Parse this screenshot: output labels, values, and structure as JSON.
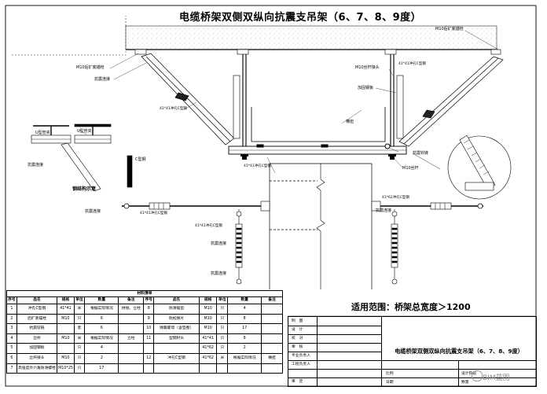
{
  "title": "电缆桥架双侧双纵向抗震支吊架（6、7、8、9度）",
  "scope": "适用范围：桥架总宽度＞1200",
  "labels": {
    "m10_expansion_bolt_left": "M10后扩底锚栓",
    "seismic_connector_left": "抗震连接",
    "c_channel_left": "41*41冲孔C型钢",
    "c_channel_center": "41*41冲孔C型钢",
    "bracket": "横担",
    "m10_expansion_bolt_right": "M10后扩底锚栓",
    "m10_rod_connector": "M10丝杆接头",
    "reinforcement_clamp": "加固钢板",
    "c_channel_right": "41*41冲孔C型钢",
    "seismic_component": "抗震铰链",
    "m10_rod": "M10丝杆",
    "u_clamp_1": "U型管夹",
    "u_clamp_2": "U型管夹",
    "c_channel_small": "C型钢",
    "seismic_connector_detail": "抗震连接",
    "detail_caption": "钢结构示意",
    "seismic_left_mid": "抗震连接",
    "c_channel_mid_left": "41*41冲孔C型钢",
    "c_channel_mid_right": "41*62冲孔C型钢",
    "seismic_bottom_left": "41*41冲孔C型钢",
    "seismic_bottom_left2": "抗震连接",
    "seismic_bottom_right": "抗震连接",
    "seismic_right_mid": "抗震连接"
  },
  "material_table": {
    "caption": "材料清单",
    "headers": [
      "序号",
      "品名",
      "规格",
      "单位",
      "数量",
      "备注",
      "序号",
      "品名",
      "规格",
      "单位",
      "数量",
      "备注"
    ],
    "rows": [
      [
        "1",
        "冲孔C型钢",
        "41*41",
        "米",
        "根据实际情况",
        "拼接、立柱",
        "8",
        "防滑锯齿",
        "M10",
        "只",
        "4",
        ""
      ],
      [
        "2",
        "后扩底锚栓",
        "M10",
        "只",
        "6",
        "",
        "9",
        "防松弹片",
        "M10",
        "只",
        "8",
        ""
      ],
      [
        "3",
        "抗震铰链",
        "",
        "套",
        "6",
        "",
        "10",
        "弹簧螺母（含垫圈）",
        "M10",
        "只",
        "17",
        ""
      ],
      [
        "4",
        "丝杆",
        "M10",
        "米",
        "根据实际情况",
        "立柱",
        "11",
        "型钢封头",
        "41*41",
        "只",
        "8",
        ""
      ],
      [
        "5",
        "加固钢板",
        "",
        "只",
        "4",
        "",
        "",
        "",
        "41*62",
        "只",
        "2",
        ""
      ],
      [
        "6",
        "丝杆接头",
        "M10",
        "只",
        "2",
        "",
        "12",
        "冲孔C型钢",
        "41*62",
        "米",
        "根据实际情况",
        "横担"
      ],
      [
        "7",
        "高强度外六角防滑螺栓",
        "M10*25",
        "只",
        "17",
        "",
        "",
        "",
        "",
        "",
        "",
        ""
      ]
    ]
  },
  "title_block": {
    "rows": [
      "制　图",
      "设　计",
      "校　对",
      "审　核",
      "专业负责人",
      "工程负责人",
      "",
      "审　定"
    ],
    "drawing_title": "电缆桥架双侧双纵向抗震支吊架（6、7、8、9度）",
    "scale_label": "比例",
    "design_stage_label": "设计阶段",
    "date_label": "日期",
    "qty_label": "数量"
  },
  "watermark": "BIM蓝图"
}
